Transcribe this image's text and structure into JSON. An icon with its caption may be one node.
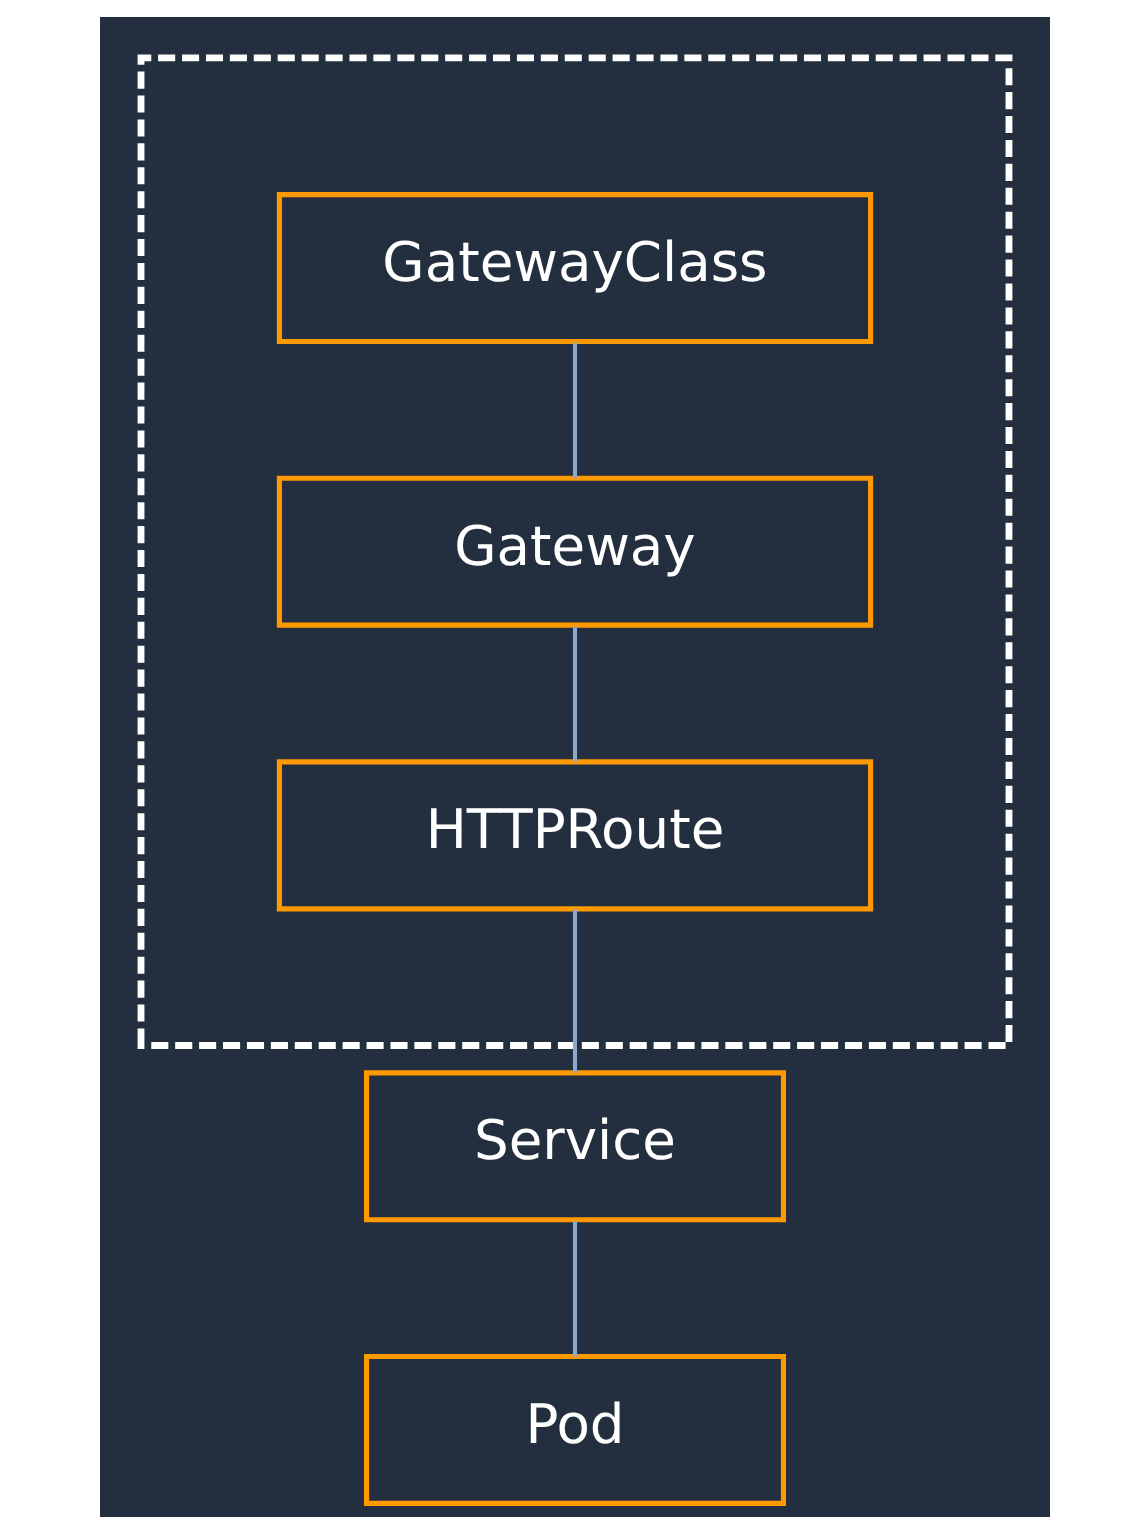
{
  "diagram": {
    "nodes": [
      {
        "text": [],
        "shape": "box"
      },
      {
        "text": [
          "GatewayClass"
        ],
        "in": 0
      },
      {
        "text": [
          "Gateway"
        ],
        "in": 0
      },
      {
        "text": [
          "HTTPRoute"
        ],
        "in": 0
      },
      {
        "text": [
          "Service"
        ]
      },
      {
        "text": [
          "Pod"
        ]
      }
    ],
    "edges": [
      {
        "from": 1,
        "to": 2,
        "arrow": "none"
      },
      {
        "from": 2,
        "to": 3,
        "arrow": "none"
      },
      {
        "from": 3,
        "to": 4,
        "arrow": "none"
      },
      {
        "from": 4,
        "to": 5,
        "arrow": "none"
      }
    ]
  }
}
